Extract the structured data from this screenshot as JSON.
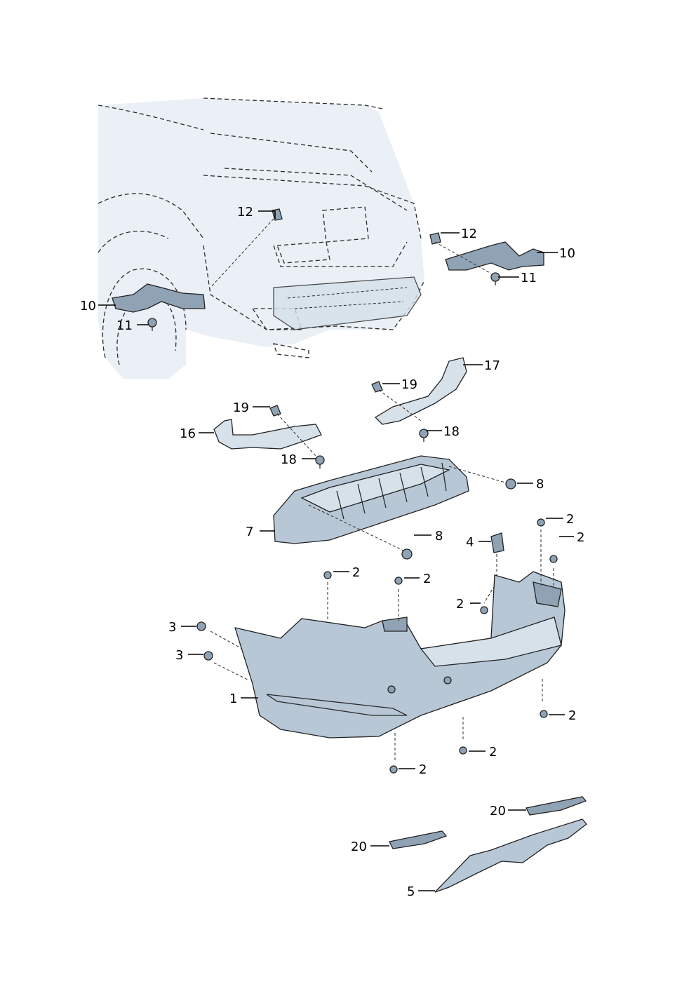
{
  "diagram": {
    "callouts": [
      {
        "id": "c12a",
        "label": "12",
        "part": "clip"
      },
      {
        "id": "c12b",
        "label": "12",
        "part": "clip"
      },
      {
        "id": "c10a",
        "label": "10",
        "part": "bracket"
      },
      {
        "id": "c10b",
        "label": "10",
        "part": "bracket"
      },
      {
        "id": "c11a",
        "label": "11",
        "part": "screw"
      },
      {
        "id": "c11b",
        "label": "11",
        "part": "screw"
      },
      {
        "id": "c17",
        "label": "17",
        "part": "guide-right"
      },
      {
        "id": "c19a",
        "label": "19",
        "part": "clip"
      },
      {
        "id": "c19b",
        "label": "19",
        "part": "clip"
      },
      {
        "id": "c18a",
        "label": "18",
        "part": "screw"
      },
      {
        "id": "c18b",
        "label": "18",
        "part": "screw"
      },
      {
        "id": "c16",
        "label": "16",
        "part": "guide-left"
      },
      {
        "id": "c8a",
        "label": "8",
        "part": "bolt"
      },
      {
        "id": "c8b",
        "label": "8",
        "part": "bolt"
      },
      {
        "id": "c7",
        "label": "7",
        "part": "impact-absorber"
      },
      {
        "id": "c4",
        "label": "4",
        "part": "nut"
      },
      {
        "id": "c2a",
        "label": "2",
        "part": "screw"
      },
      {
        "id": "c2b",
        "label": "2",
        "part": "screw"
      },
      {
        "id": "c2c",
        "label": "2",
        "part": "screw"
      },
      {
        "id": "c2d",
        "label": "2",
        "part": "screw"
      },
      {
        "id": "c2e",
        "label": "2",
        "part": "screw"
      },
      {
        "id": "c2f",
        "label": "2",
        "part": "screw"
      },
      {
        "id": "c2g",
        "label": "2",
        "part": "screw"
      },
      {
        "id": "c2h",
        "label": "2",
        "part": "screw"
      },
      {
        "id": "c3a",
        "label": "3",
        "part": "screw"
      },
      {
        "id": "c3b",
        "label": "3",
        "part": "screw"
      },
      {
        "id": "c1",
        "label": "1",
        "part": "bumper-cover"
      },
      {
        "id": "c20a",
        "label": "20",
        "part": "reflector"
      },
      {
        "id": "c20b",
        "label": "20",
        "part": "reflector"
      },
      {
        "id": "c5",
        "label": "5",
        "part": "diffuser"
      }
    ]
  }
}
